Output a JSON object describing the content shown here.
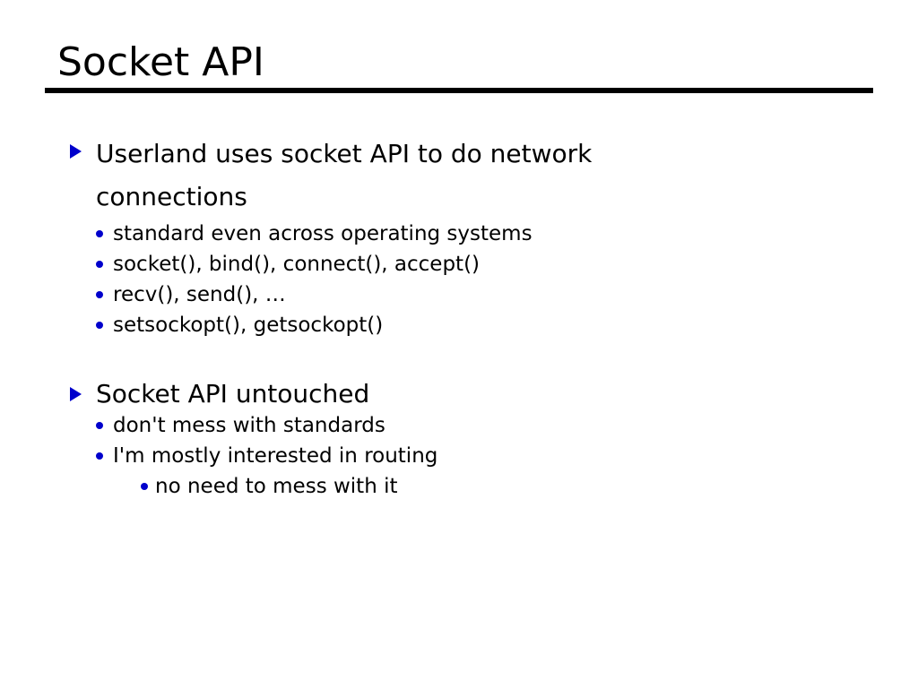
{
  "slide": {
    "title": "Socket API",
    "accent_color": "#0000CC",
    "text_color": "#000000",
    "background_color": "#FFFFFF",
    "rule_color": "#000000",
    "sections": [
      {
        "heading": "Userland uses socket API to do network connections",
        "bullet_icon": "triangle-right-icon",
        "items": [
          {
            "text": "standard even across operating systems",
            "level": 2,
            "bullet_icon": "dot-icon"
          },
          {
            "text": "socket(), bind(), connect(), accept()",
            "level": 2,
            "bullet_icon": "dot-icon"
          },
          {
            "text": "recv(), send(), …",
            "level": 2,
            "bullet_icon": "dot-icon"
          },
          {
            "text": "setsockopt(), getsockopt()",
            "level": 2,
            "bullet_icon": "dot-icon"
          }
        ]
      },
      {
        "heading": "Socket API untouched",
        "bullet_icon": "triangle-right-icon",
        "items": [
          {
            "text": "don't mess with standards",
            "level": 2,
            "bullet_icon": "dot-icon"
          },
          {
            "text": "I'm mostly interested in routing",
            "level": 2,
            "bullet_icon": "dot-icon"
          },
          {
            "text": "no need to mess with it",
            "level": 3,
            "bullet_icon": "dot-icon"
          }
        ]
      }
    ]
  }
}
